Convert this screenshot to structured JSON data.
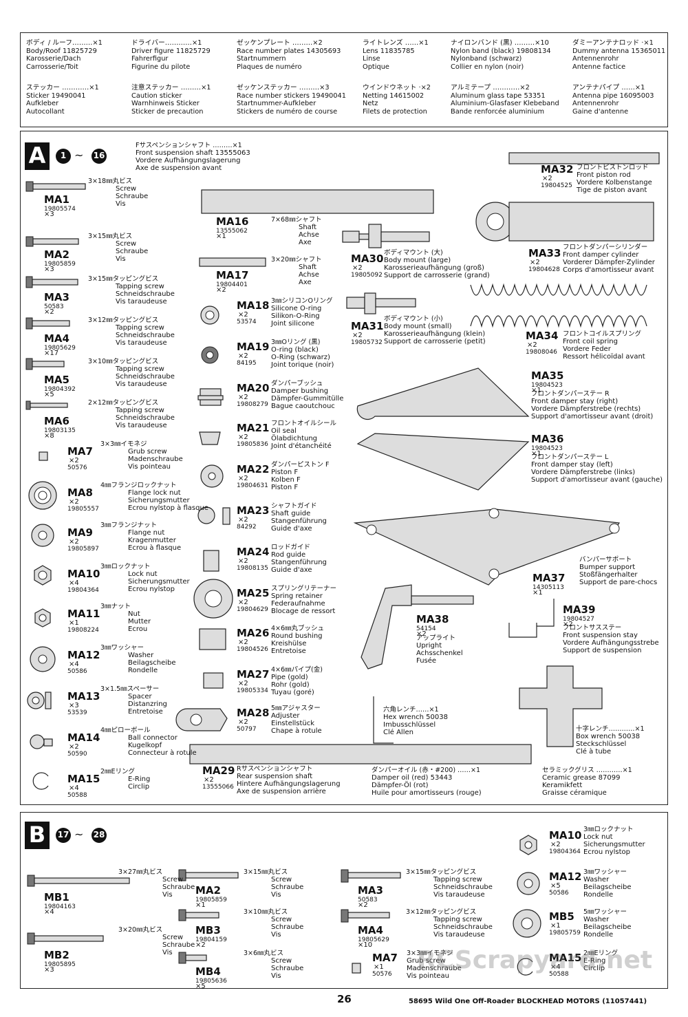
{
  "header": [
    {
      "jp": "ボディ / ルーフ………×1",
      "code": "",
      "l1": "Body/Roof 11825729",
      "l2": "Karosserie/Dach",
      "l3": "Carrosserie/Toit"
    },
    {
      "jp": "ドライバー…………×1",
      "l1": "Driver figure 11825729",
      "l2": "Fahrerfigur",
      "l3": "Figurine du pilote"
    },
    {
      "jp": "ゼッケンプレート ………×2",
      "l1": "Race number plates 14305693",
      "l2": "Startnummern",
      "l3": "Plaques de numéro"
    },
    {
      "jp": "ライトレンズ ……×1",
      "l1": "Lens 11835785",
      "l2": "Linse",
      "l3": "Optique"
    },
    {
      "jp": "ナイロンバンド (黒) ………×10",
      "l1": "Nylon band (black) 19808134",
      "l2": "Nylonband (schwarz)",
      "l3": "Collier en nylon (noir)"
    },
    {
      "jp": "ダミーアンテナロッド ·×1",
      "l1": "Dummy antenna 15365011",
      "l2": "Antennenrohr",
      "l3": "Antenne factice"
    },
    {
      "jp": "ステッカー …………×1",
      "l1": "Sticker 19490041",
      "l2": "Aufkleber",
      "l3": "Autocollant"
    },
    {
      "jp": "注意ステッカー ………×1",
      "l1": "Caution sticker",
      "l2": "Warnhinweis Sticker",
      "l3": "Sticker de precaution"
    },
    {
      "jp": "ゼッケンステッカー ………×3",
      "l1": "Race number stickers 19490041",
      "l2": "Startnummer-Aufkleber",
      "l3": "Stickers de numéro de course"
    },
    {
      "jp": "ウインドウネット ·×2",
      "l1": "Netting 14615002",
      "l2": "Netz",
      "l3": "Filets de protection"
    },
    {
      "jp": "アルミテープ …………×2",
      "l1": "Aluminum glass tape 53351",
      "l2": "Aluminium-Glasfaser Klebeband",
      "l3": "Bande renforcée aluminium"
    },
    {
      "jp": "アンテナパイプ ……×1",
      "l1": "Antenna pipe 16095003",
      "l2": "Antennenrohr",
      "l3": "Gaine d'antenne"
    }
  ],
  "sectionA": {
    "letter": "A",
    "from": "1",
    "to": "16",
    "shaft": {
      "jp": "Fサスペンションシャフト ………×1",
      "l1": "Front suspension shaft 13555063",
      "l2": "Vordere Aufhängungslagerung",
      "l3": "Axe de suspension avant"
    },
    "left": [
      {
        "id": "MA1",
        "qty": "×3",
        "code": "19805574",
        "jp": "3×18㎜丸ビス",
        "l": [
          "Screw",
          "Schraube",
          "Vis"
        ]
      },
      {
        "id": "MA2",
        "qty": "×3",
        "code": "19805859",
        "jp": "3×15㎜丸ビス",
        "l": [
          "Screw",
          "Schraube",
          "Vis"
        ]
      },
      {
        "id": "MA3",
        "qty": "×2",
        "code": "50583",
        "jp": "3×15㎜タッピングビス",
        "l": [
          "Tapping screw",
          "Schneidschraube",
          "Vis taraudeuse"
        ]
      },
      {
        "id": "MA4",
        "qty": "×17",
        "code": "19805629",
        "jp": "3×12㎜タッピングビス",
        "l": [
          "Tapping screw",
          "Schneidschraube",
          "Vis taraudeuse"
        ]
      },
      {
        "id": "MA5",
        "qty": "×5",
        "code": "19804392",
        "jp": "3×10㎜タッピングビス",
        "l": [
          "Tapping screw",
          "Schneidschraube",
          "Vis taraudeuse"
        ]
      },
      {
        "id": "MA6",
        "qty": "×8",
        "code": "19803135",
        "jp": "2×12㎜タッピングビス",
        "l": [
          "Tapping screw",
          "Schneidschraube",
          "Vis taraudeuse"
        ]
      },
      {
        "id": "MA7",
        "qty": "×2",
        "code": "50576",
        "jp": "3×3㎜イモネジ",
        "l": [
          "Grub screw",
          "Madenschraube",
          "Vis pointeau"
        ]
      },
      {
        "id": "MA8",
        "qty": "×2",
        "code": "19805557",
        "jp": "4㎜フランジロックナット",
        "l": [
          "Flange lock nut",
          "Sicherungsmutter",
          "Ecrou nylstop à flasque"
        ]
      },
      {
        "id": "MA9",
        "qty": "×2",
        "code": "19805897",
        "jp": "3㎜フランジナット",
        "l": [
          "Flange nut",
          "Kragenmutter",
          "Ecrou à flasque"
        ]
      },
      {
        "id": "MA10",
        "qty": "×4",
        "code": "19804364",
        "jp": "3㎜ロックナット",
        "l": [
          "Lock nut",
          "Sicherungsmutter",
          "Ecrou nylstop"
        ]
      },
      {
        "id": "MA11",
        "qty": "×1",
        "code": "19808224",
        "jp": "3㎜ナット",
        "l": [
          "Nut",
          "Mutter",
          "Ecrou"
        ]
      },
      {
        "id": "MA12",
        "qty": "×4",
        "code": "50586",
        "jp": "3㎜ワッシャー",
        "l": [
          "Washer",
          "Beilagscheibe",
          "Rondelle"
        ]
      },
      {
        "id": "MA13",
        "qty": "×3",
        "code": "53539",
        "jp": "3×1.5㎜スペーサー",
        "l": [
          "Spacer",
          "Distanzring",
          "Entretoise"
        ]
      },
      {
        "id": "MA14",
        "qty": "×2",
        "code": "50590",
        "jp": "4㎜ピローボール",
        "l": [
          "Ball connector",
          "Kugelkopf",
          "Connecteur à rotule"
        ]
      },
      {
        "id": "MA15",
        "qty": "×4",
        "code": "50588",
        "jp": "2㎜Eリング",
        "l": [
          "E-Ring",
          "Circlip",
          ""
        ]
      }
    ],
    "mid": [
      {
        "id": "MA16",
        "qty": "×1",
        "code": "13555062",
        "jp": "7×68㎜シャフト",
        "l": [
          "Shaft",
          "Achse",
          "Axe"
        ]
      },
      {
        "id": "MA17",
        "qty": "×2",
        "code": "19804401",
        "jp": "3×20㎜シャフト",
        "l": [
          "Shaft",
          "Achse",
          "Axe"
        ]
      },
      {
        "id": "MA18",
        "qty": "×2",
        "code": "53574",
        "jp": "3㎜シリコンOリング",
        "l": [
          "Silicone O-ring",
          "Silikon-O-Ring",
          "Joint silicone"
        ]
      },
      {
        "id": "MA19",
        "qty": "×2",
        "code": "84195",
        "jp": "3㎜Oリング (黒)",
        "l": [
          "O-ring (black)",
          "O-Ring (schwarz)",
          "Joint torique (noir)"
        ]
      },
      {
        "id": "MA20",
        "qty": "×2",
        "code": "19808279",
        "jp": "ダンパーブッシュ",
        "l": [
          "Damper bushing",
          "Dämpfer-Gummitülle",
          "Bague caoutchouc"
        ]
      },
      {
        "id": "MA21",
        "qty": "×2",
        "code": "19805836",
        "jp": "フロントオイルシール",
        "l": [
          "Oil seal",
          "Ölabdichtung",
          "Joint d'étanchéité"
        ]
      },
      {
        "id": "MA22",
        "qty": "×2",
        "code": "19804631",
        "jp": "ダンパーピストン F",
        "l": [
          "Piston F",
          "Kolben F",
          "Piston F"
        ]
      },
      {
        "id": "MA23",
        "qty": "×2",
        "code": "84292",
        "jp": "シャフトガイド",
        "l": [
          "Shaft guide",
          "Stangenführung",
          "Guide d'axe"
        ]
      },
      {
        "id": "MA24",
        "qty": "×2",
        "code": "19808135",
        "jp": "ロッドガイド",
        "l": [
          "Rod guide",
          "Stangenführung",
          "Guide d'axe"
        ]
      },
      {
        "id": "MA25",
        "qty": "×2",
        "code": "19804629",
        "jp": "スプリングリテーナー",
        "l": [
          "Spring retainer",
          "Federaufnahme",
          "Blocage de ressort"
        ]
      },
      {
        "id": "MA26",
        "qty": "×2",
        "code": "19804526",
        "jp": "4×6㎜丸ブッシュ",
        "l": [
          "Round bushing",
          "Kreishülse",
          "Entretoise"
        ]
      },
      {
        "id": "MA27",
        "qty": "×2",
        "code": "19805334",
        "jp": "4×6㎜パイプ(金)",
        "l": [
          "Pipe (gold)",
          "Rohr (gold)",
          "Tuyau (goré)"
        ]
      },
      {
        "id": "MA28",
        "qty": "×2",
        "code": "50797",
        "jp": "5㎜アジャスター",
        "l": [
          "Adjuster",
          "Einstellstück",
          "Chape à rotule"
        ]
      },
      {
        "id": "MA29",
        "qty": "×2",
        "code": "13555066",
        "jp": "Rサスペンションシャフト",
        "l": [
          "Rear suspension shaft",
          "Hintere Aufhängungslagerung",
          "Axe de suspension arrière"
        ]
      }
    ],
    "ma30": {
      "id": "MA30",
      "qty": "×2",
      "code": "19805092",
      "jp": "ボディマウント (大)",
      "l": [
        "Body mount (large)",
        "Karosserieaufhängung (groß)",
        "Support de carrosserie (grand)"
      ]
    },
    "ma31": {
      "id": "MA31",
      "qty": "×2",
      "code": "19805732",
      "jp": "ボディマウント (小)",
      "l": [
        "Body mount (small)",
        "Karosserieaufhängung (klein)",
        "Support de carrosserie (petit)"
      ]
    },
    "ma32": {
      "id": "MA32",
      "qty": "×2",
      "code": "19804525",
      "jp": "フロントピストンロッド",
      "l": [
        "Front piston rod",
        "Vordere Kolbenstange",
        "Tige de piston avant"
      ]
    },
    "ma33": {
      "id": "MA33",
      "qty": "×2",
      "code": "19804628",
      "jp": "フロントダンパーシリンダー",
      "l": [
        "Front damper cylinder",
        "Vorderer Dämpfer-Zylinder",
        "Corps d'amortisseur avant"
      ]
    },
    "ma34": {
      "id": "MA34",
      "qty": "×2",
      "code": "19808046",
      "jp": "フロントコイルスプリング",
      "l": [
        "Front coil spring",
        "Vordere Feder",
        "Ressort hélicoïdal avant"
      ]
    },
    "ma35": {
      "id": "MA35",
      "qty": "×1",
      "code": "19804523",
      "jp": "フロントダンパーステー R",
      "l": [
        "Front damper stay (right)",
        "Vordere Dämpferstrebe (rechts)",
        "Support d'amortisseur avant (droit)"
      ]
    },
    "ma36": {
      "id": "MA36",
      "qty": "×1",
      "code": "19804523",
      "jp": "フロントダンパーステー L",
      "l": [
        "Front damper stay (left)",
        "Vordere Dämpferstrebe (links)",
        "Support d'amortisseur avant (gauche)"
      ]
    },
    "ma37": {
      "id": "MA37",
      "qty": "×1",
      "code": "14305113",
      "jp": "バンパーサポート",
      "l": [
        "Bumper support",
        "Stoßfängerhalter",
        "Support de pare-chocs"
      ]
    },
    "ma38": {
      "id": "MA38",
      "qty": "×2",
      "code": "54154",
      "jp": "アップライト",
      "l": [
        "Upright",
        "Achsschenkel",
        "Fusée"
      ]
    },
    "ma39": {
      "id": "MA39",
      "qty": "×2",
      "code": "19804527",
      "jp": "フロントサスステー",
      "l": [
        "Front suspension stay",
        "Vordere Aufhängungsstrebe",
        "Support de suspension"
      ]
    },
    "hex": {
      "jp": "六角レンチ……×1",
      "l1": "Hex wrench 50038",
      "l2": "Imbusschlüssel",
      "l3": "Clé Allen"
    },
    "box": {
      "jp": "十字レンチ…………×1",
      "l1": "Box wrench 50038",
      "l2": "Steckschlüssel",
      "l3": "Clé à tube"
    },
    "oil": {
      "jp": "ダンパーオイル (赤・#200) ……×1",
      "l1": "Damper oil (red) 53443",
      "l2": "Dämpfer-Öl (rot)",
      "l3": "Huile pour amortisseurs (rouge)"
    },
    "grease": {
      "jp": "セラミックグリス …………×1",
      "l1": "Ceramic grease 87099",
      "l2": "Keramikfett",
      "l3": "Graisse céramique"
    }
  },
  "sectionB": {
    "letter": "B",
    "from": "17",
    "to": "28",
    "items": [
      {
        "id": "MB1",
        "qty": "×4",
        "code": "19804163",
        "jp": "3×27㎜丸ビス",
        "l": [
          "Screw",
          "Schraube",
          "Vis"
        ]
      },
      {
        "id": "MB2",
        "qty": "×3",
        "code": "19805895",
        "jp": "3×20㎜丸ビス",
        "l": [
          "Screw",
          "Schraube",
          "Vis"
        ]
      },
      {
        "id": "MA2",
        "qty": "×1",
        "code": "19805859",
        "jp": "3×15㎜丸ビス",
        "l": [
          "Screw",
          "Schraube",
          "Vis"
        ]
      },
      {
        "id": "MB3",
        "qty": "×2",
        "code": "19804159",
        "jp": "3×10㎜丸ビス",
        "l": [
          "Screw",
          "Schraube",
          "Vis"
        ]
      },
      {
        "id": "MB4",
        "qty": "×5",
        "code": "19805636",
        "jp": "3×6㎜丸ビス",
        "l": [
          "Screw",
          "Schraube",
          "Vis"
        ]
      },
      {
        "id": "MA3",
        "qty": "×2",
        "code": "50583",
        "jp": "3×15㎜タッピングビス",
        "l": [
          "Tapping screw",
          "Schneidschraube",
          "Vis taraudeuse"
        ]
      },
      {
        "id": "MA4",
        "qty": "×10",
        "code": "19805629",
        "jp": "3×12㎜タッピングビス",
        "l": [
          "Tapping screw",
          "Schneidschraube",
          "Vis taraudeuse"
        ]
      },
      {
        "id": "MA7",
        "qty": "×1",
        "code": "50576",
        "jp": "3×3㎜イモネジ",
        "l": [
          "Grub screw",
          "Madenschraube",
          "Vis pointeau"
        ]
      },
      {
        "id": "MA10",
        "qty": "×2",
        "code": "19804364",
        "jp": "3㎜ロックナット",
        "l": [
          "Lock nut",
          "Sicherungsmutter",
          "Ecrou nylstop"
        ]
      },
      {
        "id": "MA12",
        "qty": "×5",
        "code": "50586",
        "jp": "3㎜ワッシャー",
        "l": [
          "Washer",
          "Beilagscheibe",
          "Rondelle"
        ]
      },
      {
        "id": "MB5",
        "qty": "×1",
        "code": "19805759",
        "jp": "5㎜ワッシャー",
        "l": [
          "Washer",
          "Beilagscheibe",
          "Rondelle"
        ]
      },
      {
        "id": "MA15",
        "qty": "×4",
        "code": "50588",
        "jp": "2㎜Eリング",
        "l": [
          "E-Ring",
          "Circlip",
          ""
        ]
      }
    ]
  },
  "footer": {
    "page": "26",
    "title": "58695 Wild One Off-Roader BLOCKHEAD MOTORS (11057441)"
  },
  "watermark": "RCScrapyard.net"
}
